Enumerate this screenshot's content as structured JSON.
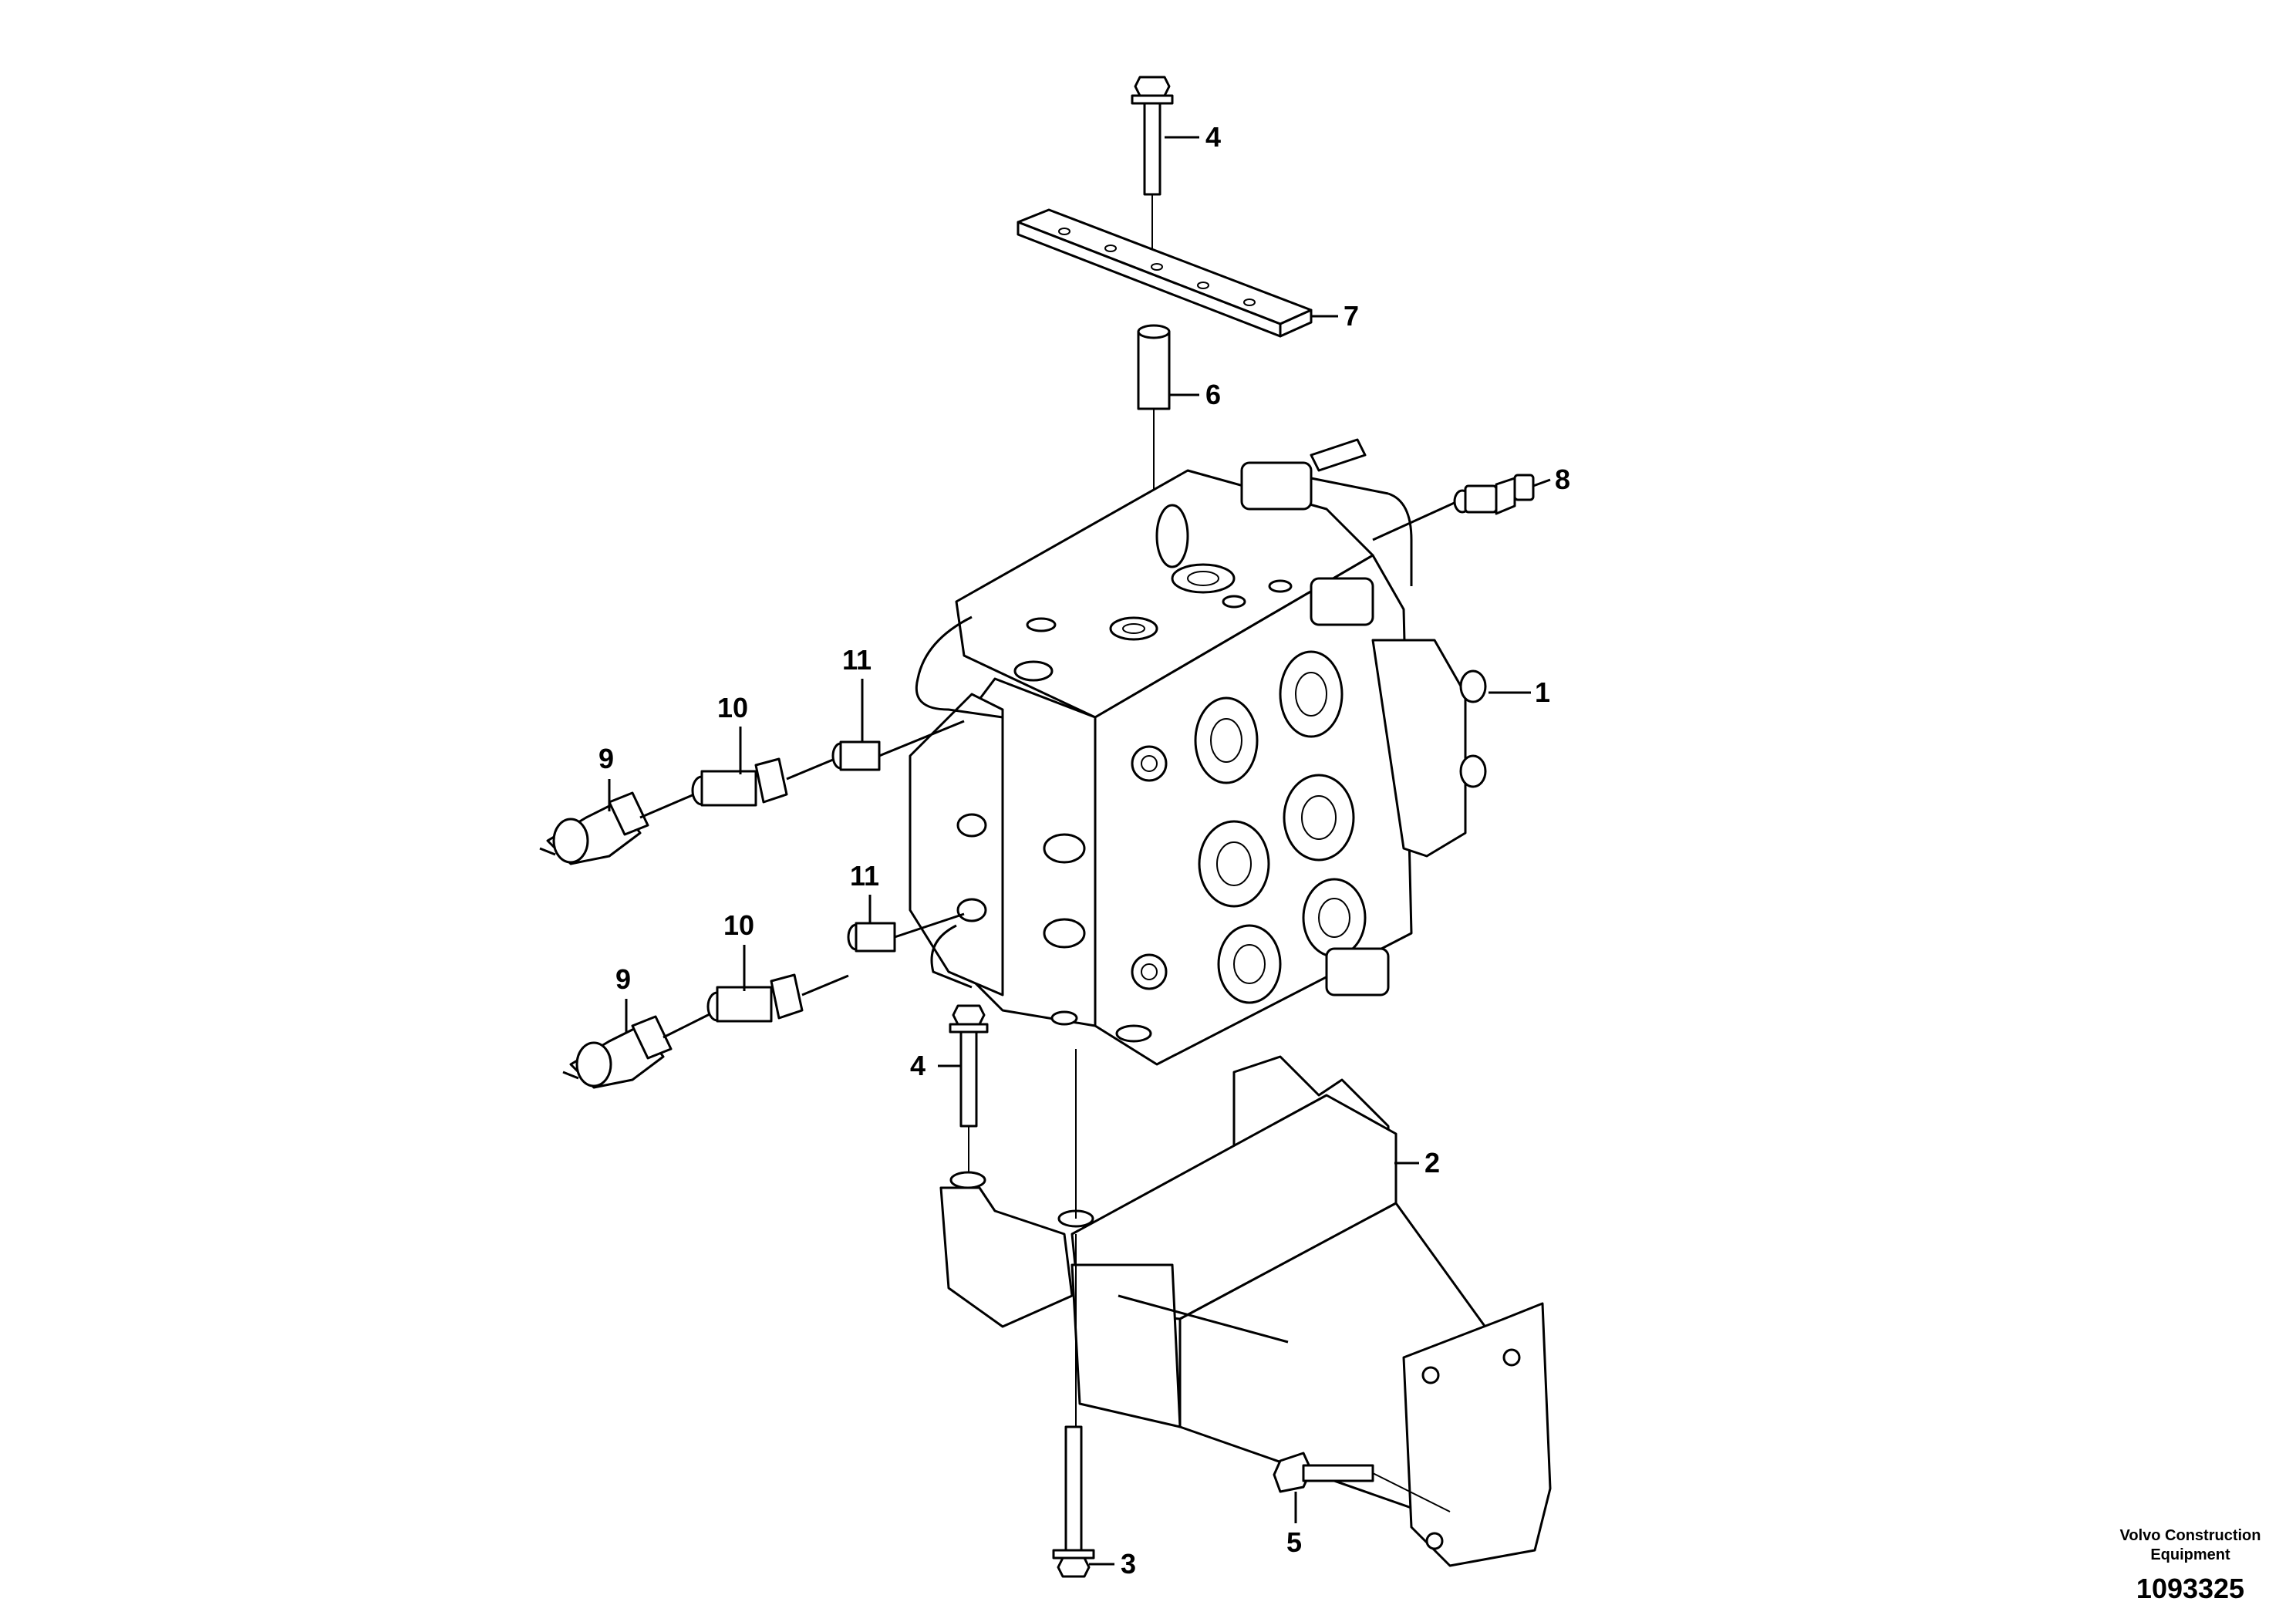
{
  "callouts": {
    "c1": "1",
    "c2": "2",
    "c3": "3",
    "c4_top": "4",
    "c4_bottom": "4",
    "c5": "5",
    "c6": "6",
    "c7": "7",
    "c8": "8",
    "c9_upper": "9",
    "c9_lower": "9",
    "c10_upper": "10",
    "c10_lower": "10",
    "c11_upper": "11",
    "c11_lower": "11"
  },
  "footer": {
    "maker_line1": "Volvo Construction",
    "maker_line2": "Equipment",
    "drawing_number": "1093325"
  },
  "colors": {
    "line": "#000000",
    "background": "#ffffff"
  }
}
